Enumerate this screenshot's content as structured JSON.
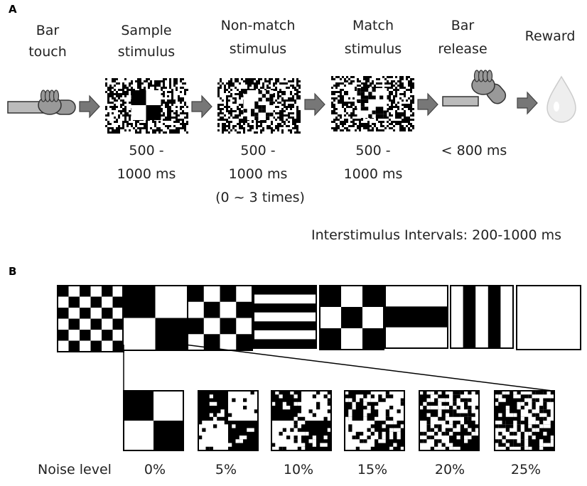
{
  "panel_a": {
    "label": "A",
    "stages": [
      {
        "title": [
          "Bar",
          "touch"
        ]
      },
      {
        "title": [
          "Sample",
          "stimulus"
        ],
        "duration": [
          "500 -",
          "1000 ms"
        ]
      },
      {
        "title": [
          "Non-match",
          "stimulus"
        ],
        "duration": [
          "500 -",
          "1000 ms",
          "(0 ~ 3 times)"
        ]
      },
      {
        "title": [
          "Match",
          "stimulus"
        ],
        "duration": [
          "500 -",
          "1000 ms"
        ]
      },
      {
        "title": [
          "Bar",
          "release"
        ],
        "duration": [
          "< 800 ms"
        ]
      },
      {
        "title": [
          "Reward"
        ]
      }
    ],
    "isi_note": "Interstimulus Intervals: 200-1000 ms"
  },
  "panel_b": {
    "label": "B",
    "patterns": [
      "checkerboard-6x6",
      "checkerboard-2x2",
      "checkerboard-4x4",
      "horizontal-stripes-7",
      "checkerboard-3x3",
      "horizontal-stripes-3",
      "vertical-stripes-5",
      "blank"
    ],
    "noise_title": "Noise level",
    "noise_levels": [
      0.0,
      0.05,
      0.1,
      0.15,
      0.2,
      0.25
    ],
    "noise_labels": [
      "0%",
      "5%",
      "10%",
      "15%",
      "20%",
      "25%"
    ]
  },
  "colors": {
    "arrow": "#777777",
    "bar": "#bbbbbb",
    "hand": "#999999",
    "ink": "#000000"
  }
}
